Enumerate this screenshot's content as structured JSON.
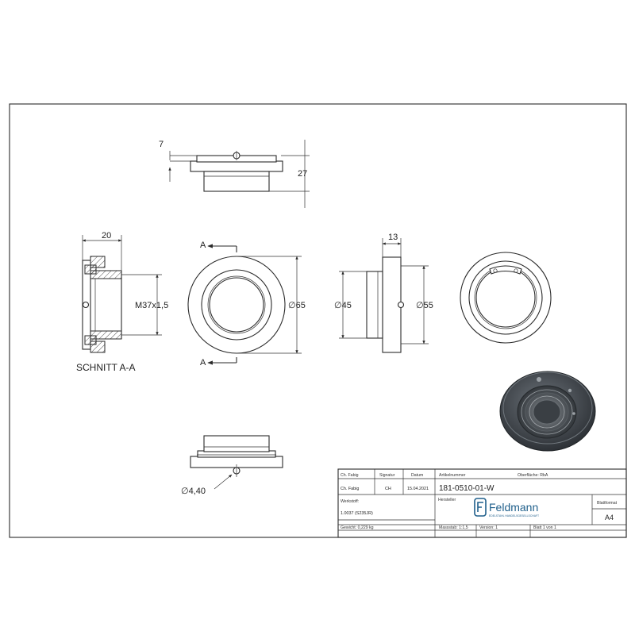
{
  "views": {
    "top": {
      "dim_small": "7",
      "dim_height": "27"
    },
    "section": {
      "dim_width": "20",
      "dim_thread": "M37x1,5",
      "caption": "SCHNITT A-A"
    },
    "front": {
      "section_mark_top": "A",
      "section_mark_bottom": "A",
      "dim_diameter": "∅65"
    },
    "side": {
      "dim_width": "13",
      "dim_inner": "∅45",
      "dim_outer": "∅55"
    },
    "bottom": {
      "dim_hole": "∅4,40"
    }
  },
  "title_block": {
    "headers": {
      "werkstoff_tab": "Ch. Fabig",
      "signatur": "Signatur",
      "datum": "Datum",
      "artikelnummer": "Artikelnummer",
      "oberflaeche": "Oberfläche: RbA"
    },
    "row1": {
      "name": "Ch. Fabig",
      "signatur": "CH",
      "datum": "15.04.2021",
      "article_number": "181-0510-01-W"
    },
    "werkstoff_label": "Werkstoff:",
    "werkstoff_value": "1.0037 (S235JR)",
    "hersteller_label": "Hersteller",
    "logo_text": "Feldmann",
    "logo_tagline": "EDELSTAHL HANDELSGESELLSCHAFT",
    "blattformat_label": "Blattformat",
    "blattformat_value": "A4",
    "gewicht": "Gewicht: 0,229 kg",
    "massstab": "Massstab: 1:1,5",
    "version": "Version: 1",
    "blatt": "Blatt 1 von 1"
  },
  "colors": {
    "logo_accent": "#1f5f8b",
    "render_dark": "#3a3f44",
    "render_face": "#565c62"
  }
}
